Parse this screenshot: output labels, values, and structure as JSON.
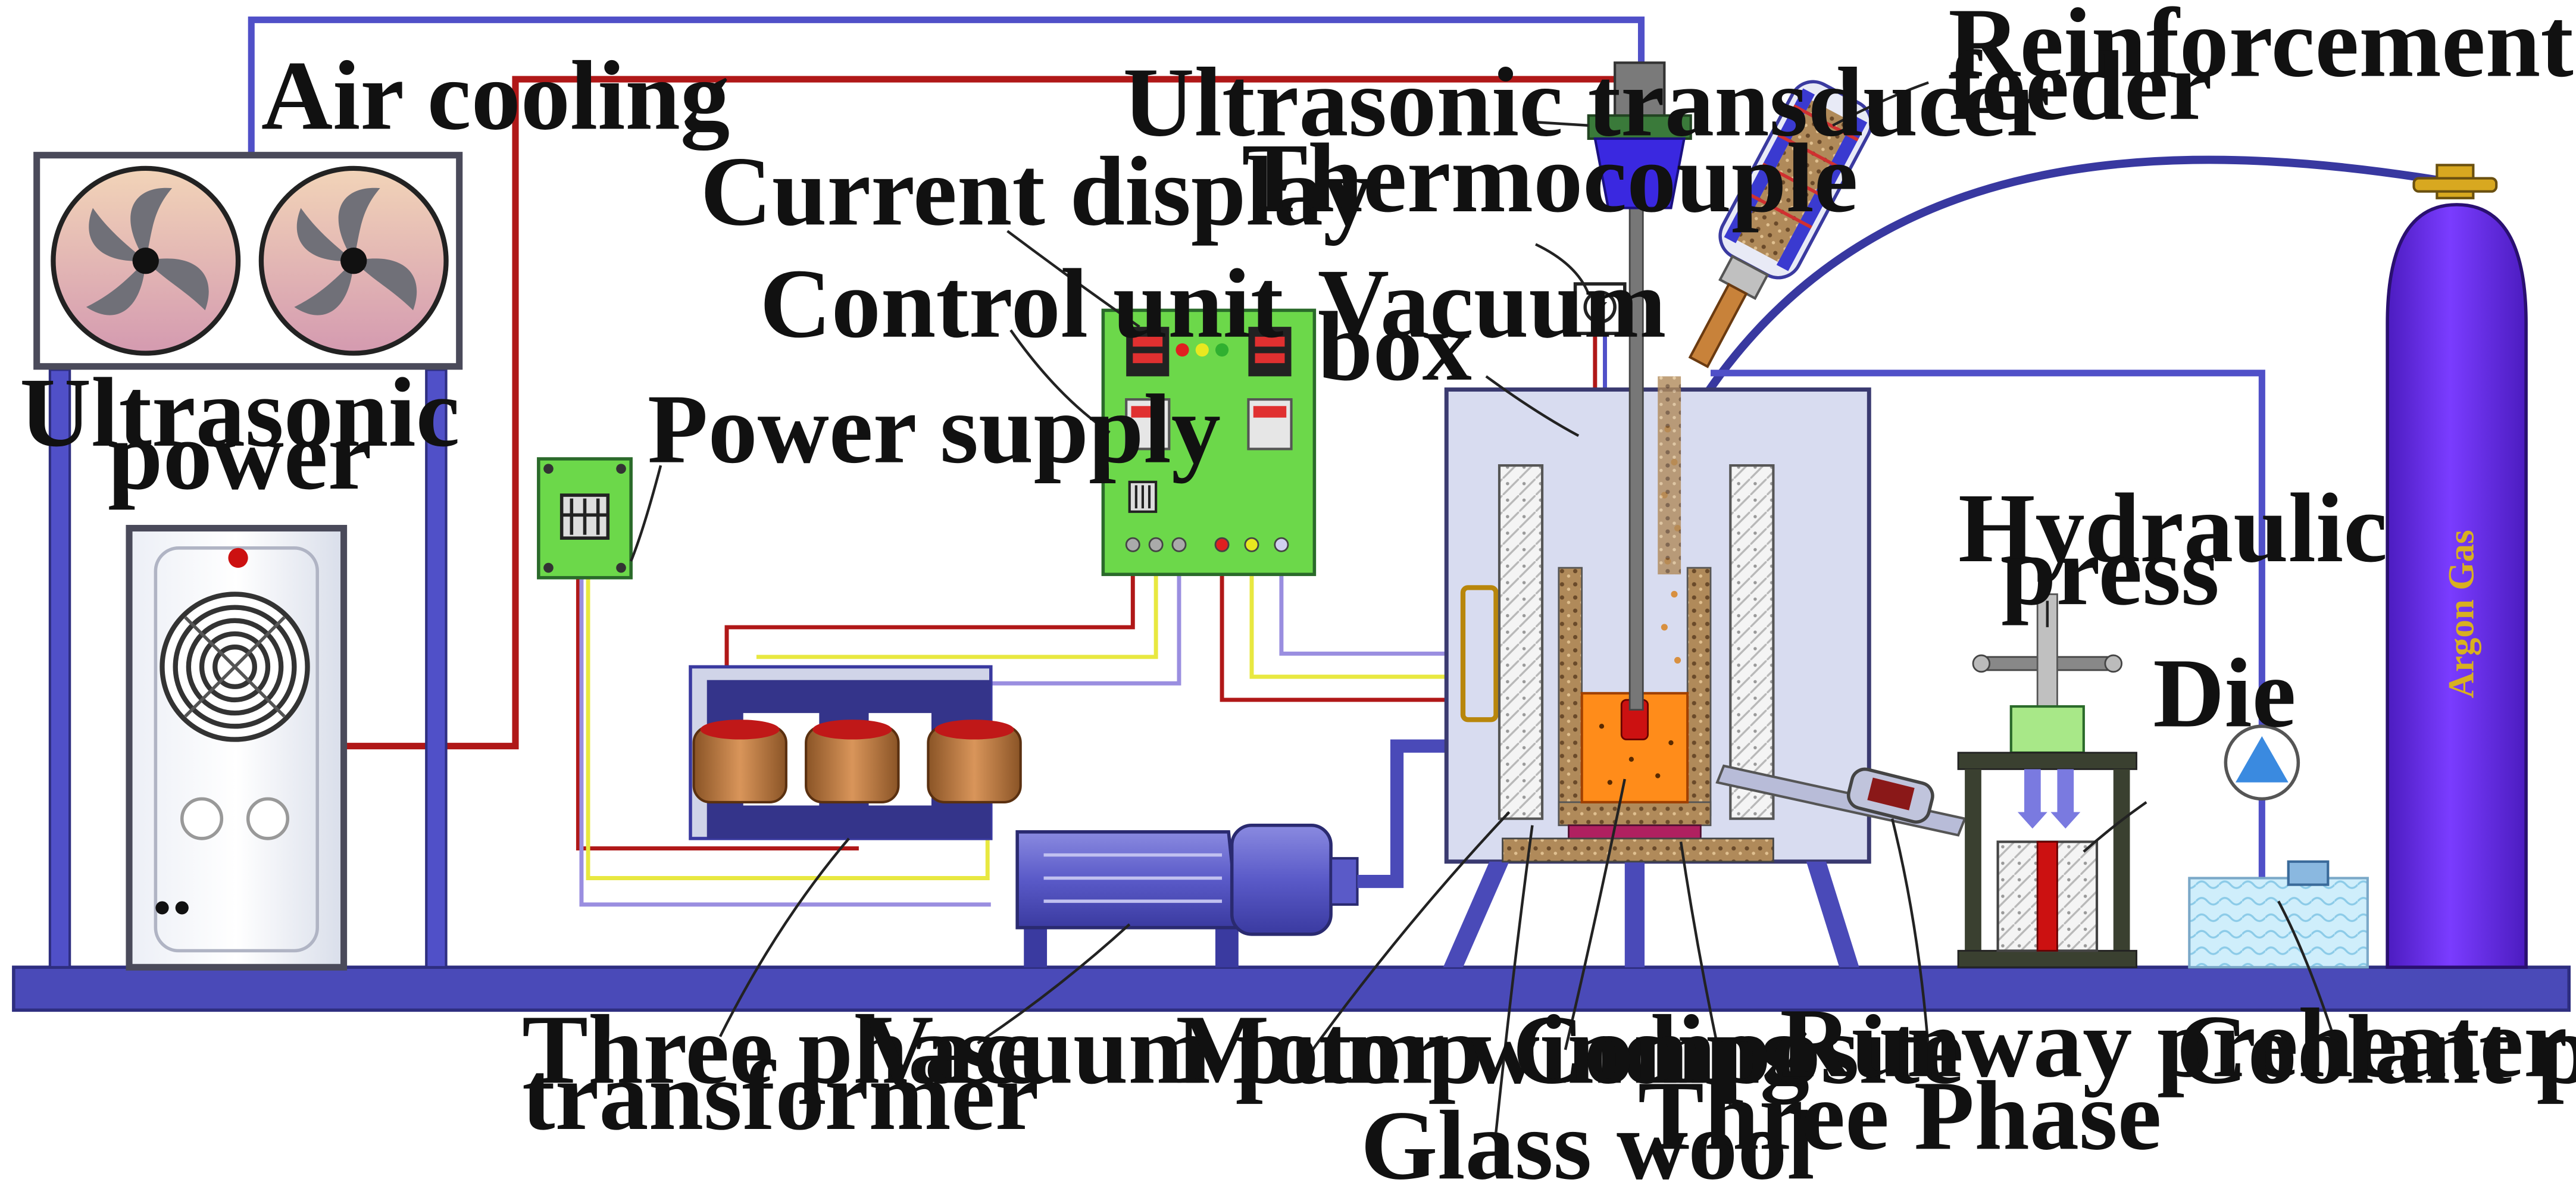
{
  "labels": {
    "air_cooling": "Air cooling",
    "ultrasonic_power_1": "Ultrasonic",
    "ultrasonic_power_2": "power",
    "power_supply": "Power supply",
    "current_display": "Current display",
    "control_unit": "Control unit",
    "ultrasonic_transducer": "Ultrasonic transducer",
    "thermocouple": "Thermocouple",
    "vacuum_box_1": "Vacuum",
    "vacuum_box_2": "box",
    "reinforcement_feeder_1": "Reinforcement",
    "reinforcement_feeder_2": "feeder",
    "hydraulic_press_1": "Hydraulic",
    "hydraulic_press_2": "press",
    "die": "Die",
    "argon_gas": "Argon Gas",
    "three_phase_transformer_1": "Three phase",
    "three_phase_transformer_2": "transformer",
    "vacuum_pump": "Vacuum pump",
    "motor_winding": "Motor winding",
    "composite": "Composite",
    "runway_preheater": "Runway preheater",
    "coolant_pump": "Coolant pump",
    "glass_wool": "Glass wool",
    "three_phase": "Three Phase",
    "thermocouple_symbol": "V"
  },
  "colors": {
    "frame_blue": "#5050c8",
    "base_blue": "#4a4ab8",
    "wire_red": "#b01818",
    "wire_yellow": "#e8e840",
    "wire_lilac": "#9a8ee0",
    "panel_green": "#6cd84a",
    "argon_purple": "#6a2cf0",
    "argon_text": "#d8b020",
    "vacuum_box_fill": "#d8dcf0",
    "melt_orange": "#ff8c1a",
    "coil_brown": "#b5743a",
    "fan_pink": "#e8b8a0"
  },
  "icons": [
    "fan-icon",
    "fan-grille-icon",
    "voltmeter-icon",
    "pump-triangle-icon",
    "gas-cylinder-icon"
  ]
}
